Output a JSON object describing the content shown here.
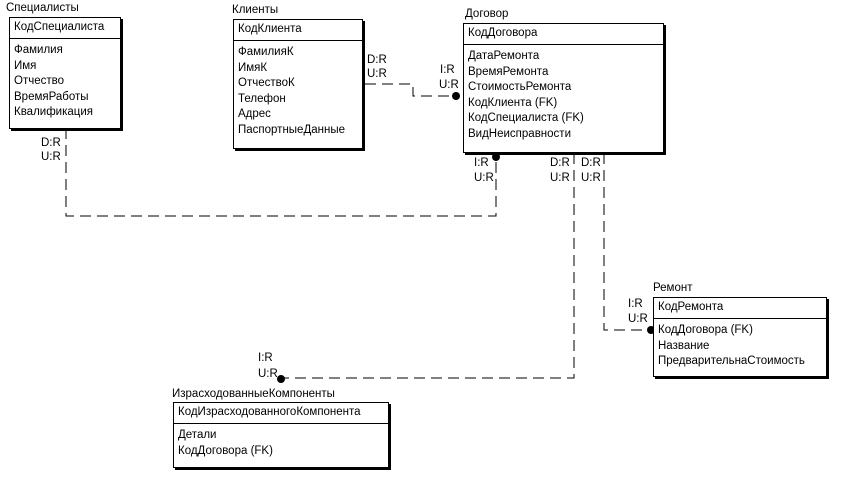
{
  "entities": {
    "specialists": {
      "title": "Специалисты",
      "pk": "КодСпециалиста",
      "attrs": [
        "Фамилия",
        "Имя",
        "Отчество",
        "ВремяРаботы",
        "Квалификация"
      ]
    },
    "clients": {
      "title": "Клиенты",
      "pk": "КодКлиента",
      "attrs": [
        "ФамилияК",
        "ИмяК",
        "ОтчествоК",
        "Телефон",
        "Адрес",
        "ПаспортныеДанные"
      ]
    },
    "contract": {
      "title": "Договор",
      "pk": "КодДоговора",
      "attrs": [
        "ДатаРемонта",
        "ВремяРемонта",
        "СтоимостьРемонта",
        "КодКлиента (FK)",
        "КодСпециалиста (FK)",
        "ВидНеисправности"
      ]
    },
    "repair": {
      "title": "Ремонт",
      "pk": "КодРемонта",
      "attrs": [
        "КодДоговора (FK)",
        "Название",
        "ПредварительнаСтоимость"
      ]
    },
    "components": {
      "title": "ИзрасходованныеКомпоненты",
      "pk": "КодИзрасходованногоКомпонента",
      "attrs": [
        "Детали",
        "КодДоговора (FK)"
      ]
    }
  },
  "labels": {
    "clients_contract_parent": [
      "D:R",
      "U:R"
    ],
    "clients_contract_child": [
      "I:R",
      "U:R"
    ],
    "spec_contract_parent": [
      "D:R",
      "U:R"
    ],
    "spec_contract_child": [
      "I:R",
      "U:R"
    ],
    "contract_components_parent": [
      "D:R",
      "U:R"
    ],
    "contract_repair_parent": [
      "D:R",
      "U:R"
    ],
    "repair_child": [
      "I:R",
      "U:R"
    ],
    "components_child": [
      "I:R",
      "U:R"
    ]
  }
}
